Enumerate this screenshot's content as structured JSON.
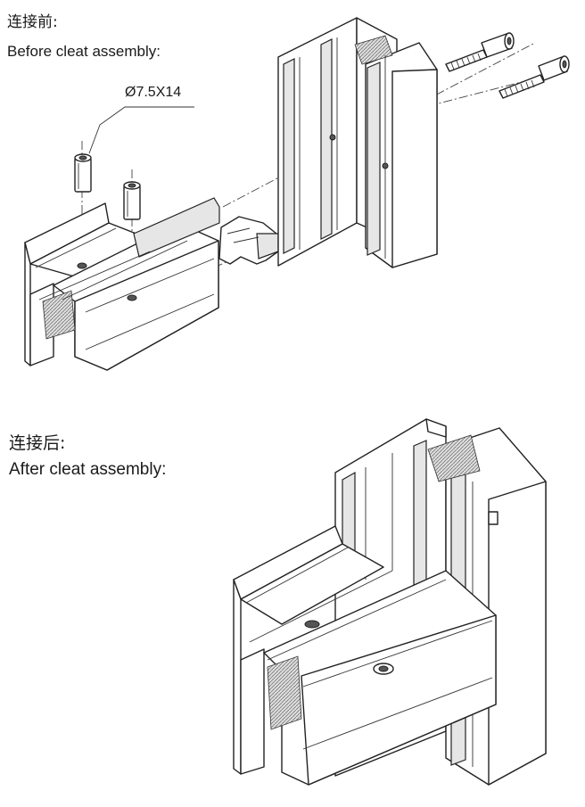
{
  "labels": {
    "before_zh": "连接前:",
    "before_en": "Before cleat assembly:",
    "after_zh": "连接后:",
    "after_en": "After cleat assembly:",
    "pin_dimension": "Ø7.5X14"
  }
}
